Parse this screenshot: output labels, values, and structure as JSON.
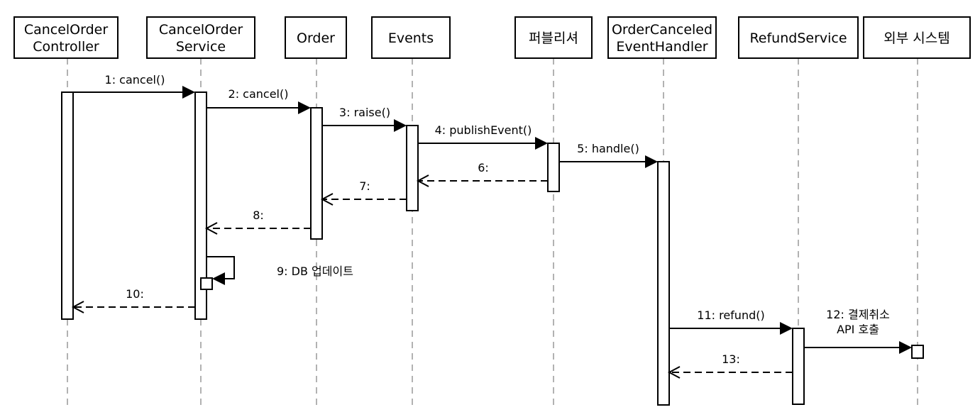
{
  "participants": [
    {
      "id": "controller",
      "lines": [
        "CancelOrder",
        "Controller"
      ]
    },
    {
      "id": "service",
      "lines": [
        "CancelOrder",
        "Service"
      ]
    },
    {
      "id": "order",
      "lines": [
        "Order"
      ]
    },
    {
      "id": "events",
      "lines": [
        "Events"
      ]
    },
    {
      "id": "publisher",
      "lines": [
        "퍼블리셔"
      ]
    },
    {
      "id": "handler",
      "lines": [
        "OrderCanceled",
        "EventHandler"
      ]
    },
    {
      "id": "refund",
      "lines": [
        "RefundService"
      ]
    },
    {
      "id": "external",
      "lines": [
        "외부 시스템"
      ]
    }
  ],
  "messages": [
    {
      "from": "controller",
      "to": "service",
      "label": [
        "1: cancel()"
      ],
      "kind": "call"
    },
    {
      "from": "service",
      "to": "order",
      "label": [
        "2: cancel()"
      ],
      "kind": "call"
    },
    {
      "from": "order",
      "to": "events",
      "label": [
        "3: raise()"
      ],
      "kind": "call"
    },
    {
      "from": "events",
      "to": "publisher",
      "label": [
        "4: publishEvent()"
      ],
      "kind": "call"
    },
    {
      "from": "publisher",
      "to": "handler",
      "label": [
        "5: handle()"
      ],
      "kind": "call"
    },
    {
      "from": "publisher",
      "to": "events",
      "label": [
        "6:"
      ],
      "kind": "reply"
    },
    {
      "from": "events",
      "to": "order",
      "label": [
        "7:"
      ],
      "kind": "reply"
    },
    {
      "from": "order",
      "to": "service",
      "label": [
        "8:"
      ],
      "kind": "reply"
    },
    {
      "from": "service",
      "to": "service",
      "label": [
        "9: DB 업데이트"
      ],
      "kind": "self"
    },
    {
      "from": "service",
      "to": "controller",
      "label": [
        "10:"
      ],
      "kind": "reply"
    },
    {
      "from": "handler",
      "to": "refund",
      "label": [
        "11: refund()"
      ],
      "kind": "call"
    },
    {
      "from": "refund",
      "to": "external",
      "label": [
        "12: 결제취소",
        "API 호출"
      ],
      "kind": "call"
    },
    {
      "from": "refund",
      "to": "handler",
      "label": [
        "13:"
      ],
      "kind": "reply"
    }
  ]
}
